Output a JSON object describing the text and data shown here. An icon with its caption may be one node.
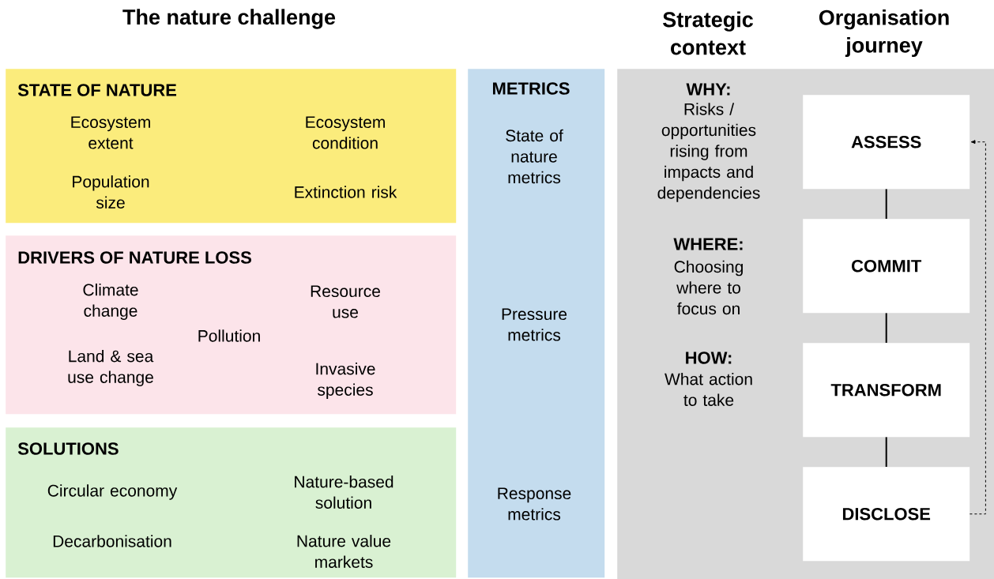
{
  "diagram": {
    "title": "The nature challenge",
    "nodes": [
      {
        "text": [
          "STATE OF NATURE",
          "Ecosystem extent",
          "Ecosystem condition",
          "Population size",
          "Extinction risk"
        ]
      },
      {
        "text": [
          "DRIVERS OF NATURE LOSS",
          "Climate change",
          "Resource use",
          "Pollution",
          "Land & sea use change",
          "Invasive species"
        ]
      },
      {
        "text": [
          "SOLUTIONS",
          "Circular economy",
          "Nature-based solution",
          "Decarbonisation",
          "Nature value markets"
        ]
      },
      {
        "text": [
          "METRICS",
          "State of nature metrics",
          "Pressure metrics",
          "Response metrics"
        ]
      },
      {
        "text": [
          "WHY:",
          "Risks / opportunities rising from impacts and dependencies",
          "WHERE:",
          "Choosing where to focus on",
          "HOW:",
          "What action to take"
        ]
      },
      {
        "text": [
          "ASSESS"
        ],
        "in": 4
      },
      {
        "text": [
          "COMMIT"
        ],
        "in": 4
      },
      {
        "text": [
          "TRANSFORM"
        ],
        "in": 4
      },
      {
        "text": [
          "DISCLOSE"
        ],
        "in": 4
      }
    ],
    "edges": [
      {
        "from": 5,
        "to": 6,
        "arrow": "none"
      },
      {
        "from": 6,
        "to": 7,
        "arrow": "none"
      },
      {
        "from": 7,
        "to": 8,
        "arrow": "none"
      },
      {
        "from": 8,
        "to": 5,
        "arrow": "to",
        "style": "dashed"
      }
    ],
    "labels": [
      "Strategic context",
      "Organisation journey"
    ]
  }
}
